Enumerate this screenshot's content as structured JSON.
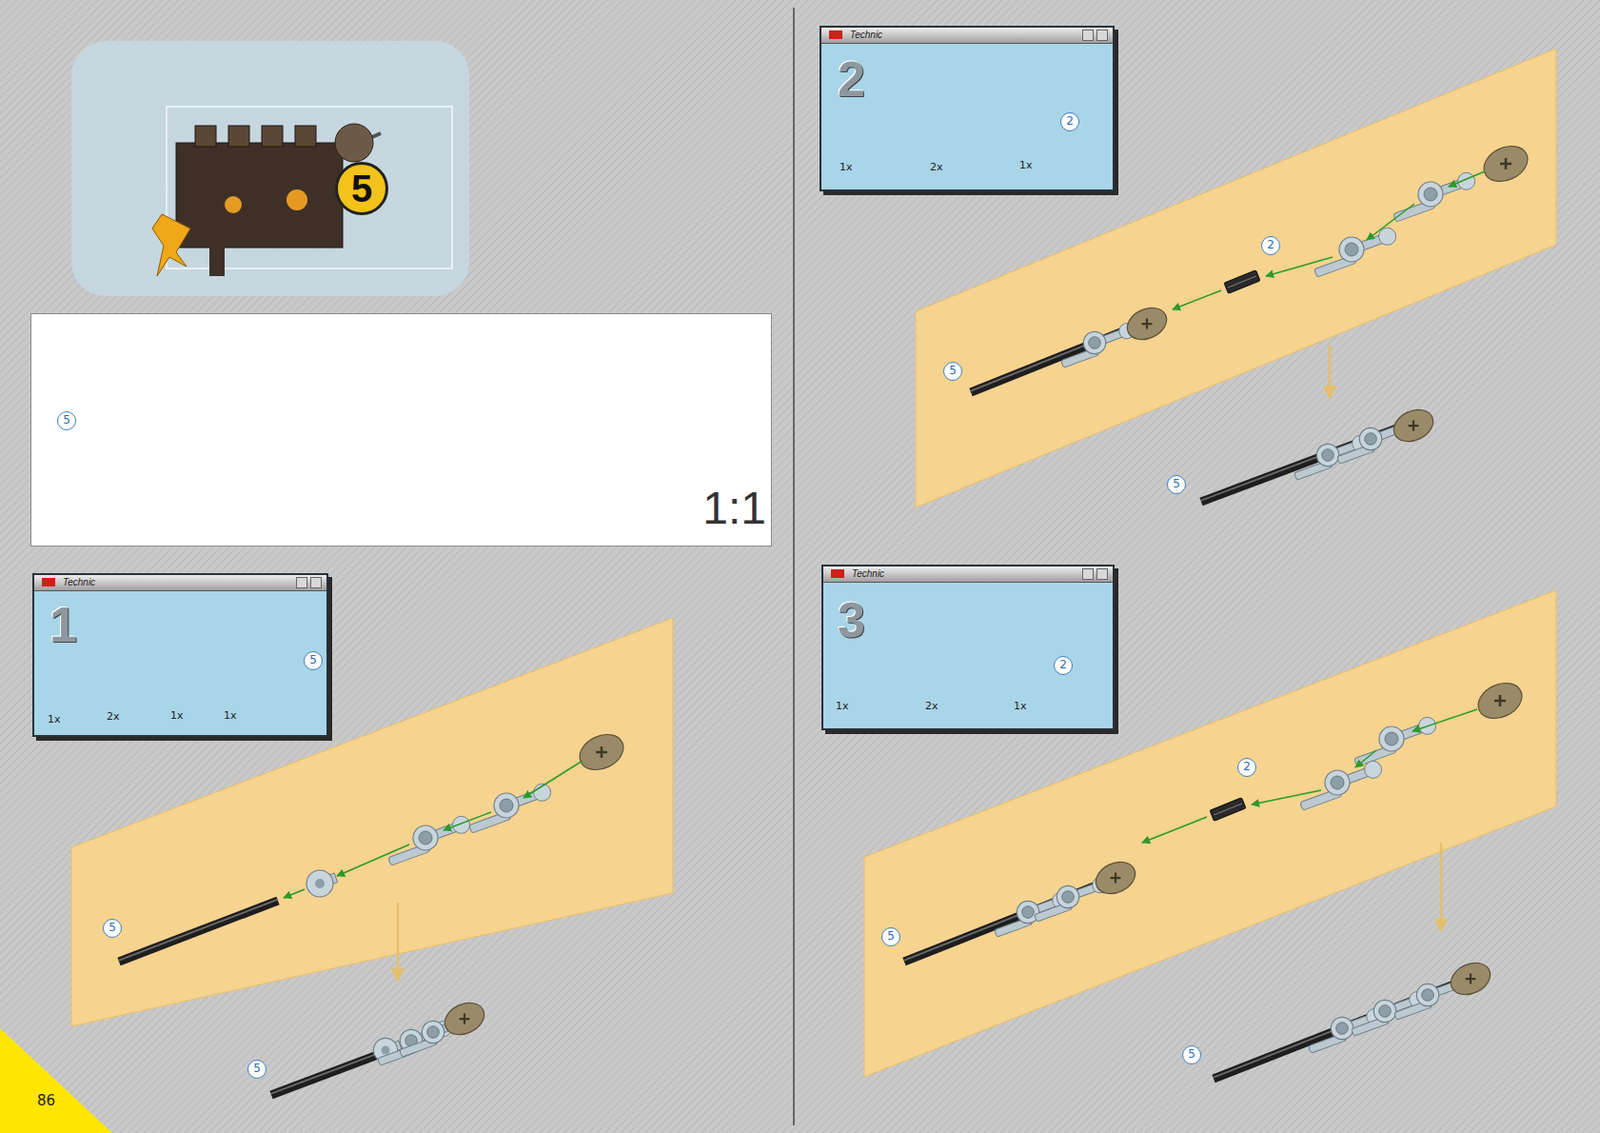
{
  "diagram": {
    "nodes": [
      {
        "text": [
          "5",
          "1:1"
        ]
      },
      {
        "text": [
          "Technic",
          "1",
          "1x",
          "2x",
          "1x",
          "1x",
          "5"
        ]
      },
      {
        "text": [
          "Technic",
          "2",
          "1x",
          "2x",
          "1x",
          "2"
        ]
      },
      {
        "text": [
          "Technic",
          "3",
          "1x",
          "2x",
          "1x",
          "2"
        ]
      }
    ],
    "labels": [
      "5",
      "5",
      "5",
      "2",
      "5",
      "5",
      "2",
      "5",
      "5",
      "86"
    ]
  }
}
